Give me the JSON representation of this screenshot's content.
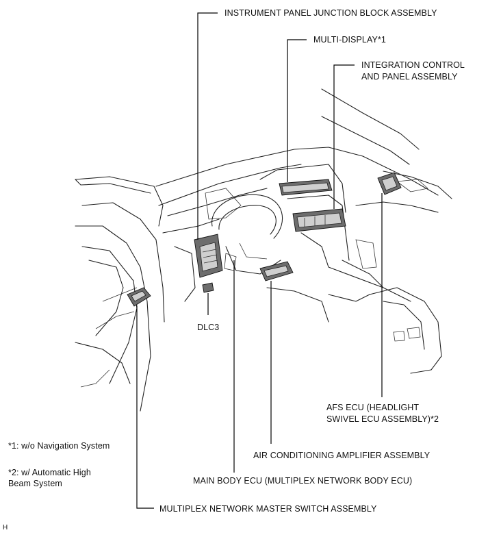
{
  "labels": {
    "instrument_panel_jb": "INSTRUMENT PANEL JUNCTION BLOCK ASSEMBLY",
    "multi_display": "MULTI-DISPLAY*1",
    "integration_control_1": "INTEGRATION CONTROL",
    "integration_control_2": "AND PANEL ASSEMBLY",
    "dlc3": "DLC3",
    "afs_ecu_1": "AFS ECU (HEADLIGHT",
    "afs_ecu_2": "SWIVEL ECU ASSEMBLY)*2",
    "air_conditioning": "AIR CONDITIONING AMPLIFIER ASSEMBLY",
    "main_body_ecu": "MAIN BODY ECU (MULTIPLEX NETWORK BODY ECU)",
    "multiplex_master": "MULTIPLEX NETWORK MASTER SWITCH ASSEMBLY"
  },
  "notes": {
    "note1": "*1: w/o Navigation System",
    "note2_1": "*2: w/ Automatic High",
    "note2_2": "Beam System"
  },
  "corner_mark": "H"
}
